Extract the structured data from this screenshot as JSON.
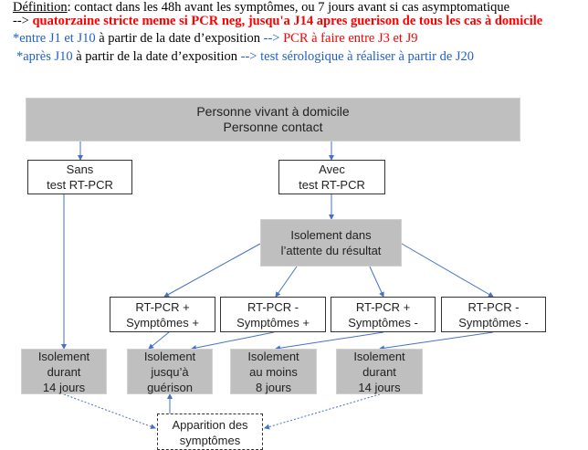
{
  "text": {
    "definition_label": "Définition",
    "definition_text": ":  contact dans les 48h avant les symptômes, ou 7 jours avant si cas asymptomatique",
    "line2_prefix": "-->",
    "line2_red": "quatorzaine stricte meme si PCR neg,  jusqu'a J14 apres guerison de tous les cas à domicile",
    "line3_blue": "*entre J1 et J10",
    "line3_black": "à partir de la date d’exposition",
    "line3_arrow": "-->",
    "line3_red": "PCR à faire entre J3 et J9",
    "line4_blue": "*après J10",
    "line4_black": "à partir de la date d’exposition",
    "line4_arrow": "-->",
    "line4_blue2": "test sérologique à réaliser à partir de J20"
  },
  "diagram": {
    "root": [
      "Personne vivant à domicile",
      "Personne contact"
    ],
    "sans": [
      "Sans",
      "test RT-PCR"
    ],
    "avec": [
      "Avec",
      "test RT-PCR"
    ],
    "attente": [
      "Isolement dans",
      "l’attente du résultat"
    ],
    "cases": [
      [
        "RT-PCR +",
        "Symptômes +"
      ],
      [
        "RT-PCR -",
        "Symptômes +"
      ],
      [
        "RT-PCR +",
        "Symptômes -"
      ],
      [
        "RT-PCR -",
        "Symptômes -"
      ]
    ],
    "outcomes": [
      [
        "Isolement",
        "durant",
        "14 jours"
      ],
      [
        "Isolement",
        "jusqu’à",
        "guérison"
      ],
      [
        "Isolement",
        "au moins",
        "8 jours"
      ],
      [
        "Isolement",
        "durant",
        "14 jours"
      ]
    ],
    "apparition": [
      "Apparition des",
      "symptômes"
    ],
    "arrow_color": "#4472c4",
    "box_gray": "#bfbfbf"
  }
}
